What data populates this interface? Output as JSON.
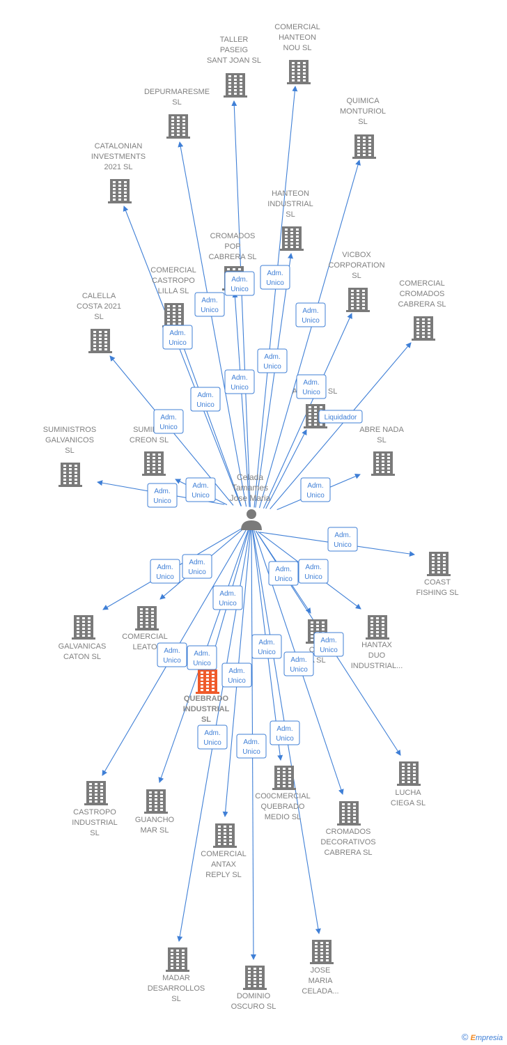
{
  "colors": {
    "edge": "#3f7fd6",
    "building": "#7a7a7a",
    "highlight": "#ef5a2a",
    "text": "#808080"
  },
  "center": {
    "name": "Celada\nTamames\nJose Maria",
    "icon": "person-icon"
  },
  "nodes": [
    {
      "id": "taller",
      "name": "TALLER\nPASEIG\nSANT JOAN  SL"
    },
    {
      "id": "hanteon_nou",
      "name": "COMERCIAL\nHANTEON\nNOU  SL"
    },
    {
      "id": "depur",
      "name": "DEPURMARESME\nSL"
    },
    {
      "id": "quimica",
      "name": "QUIMICA\nMONTURIOL\nSL"
    },
    {
      "id": "catalonian",
      "name": "CATALONIAN\nINVESTMENTS\n2021  SL"
    },
    {
      "id": "hanteon_ind",
      "name": "HANTEON\nINDUSTRIAL\nSL"
    },
    {
      "id": "cromados_pop",
      "name": "CROMADOS\nPOP\nCABRERA  SL"
    },
    {
      "id": "vicbox",
      "name": "VICBOX\nCORPORATION\nSL"
    },
    {
      "id": "com_castropo",
      "name": "COMERCIAL\nCASTROPO\nLILLA  SL"
    },
    {
      "id": "com_cromados",
      "name": "COMERCIAL\nCROMADOS\nCABRERA  SL"
    },
    {
      "id": "calella",
      "name": "CALELLA\nCOSTA 2021\nSL"
    },
    {
      "id": "antigua",
      "name": "ANTIGUA  SL"
    },
    {
      "id": "sum_galv",
      "name": "SUMINISTROS\nGALVANICOS\nSL"
    },
    {
      "id": "sum_creon",
      "name": "SUMINIS\nCREON  SL"
    },
    {
      "id": "abre_nada",
      "name": "ABRE NADA\nSL"
    },
    {
      "id": "coast",
      "name": "COAST\nFISHING  SL"
    },
    {
      "id": "galvanicas",
      "name": "GALVANICAS\nCATON  SL"
    },
    {
      "id": "com_leato",
      "name": "COMERCIAL\nLEATO  "
    },
    {
      "id": "qu_da",
      "name": "QU\nDA  SL"
    },
    {
      "id": "hantax",
      "name": "HANTAX\nDUO\nINDUSTRIAL..."
    },
    {
      "id": "quebrado",
      "name": "QUEBRADO\nINDUSTRIAL\nSL",
      "highlight": true
    },
    {
      "id": "castropo_ind",
      "name": "CASTROPO\nINDUSTRIAL\nSL"
    },
    {
      "id": "guancho",
      "name": "GUANCHO\nMAR  SL"
    },
    {
      "id": "co0cmercial",
      "name": "CO0CMERCIAL\nQUEBRADO\nMEDIO  SL"
    },
    {
      "id": "lucha",
      "name": "LUCHA\nCIEGA  SL"
    },
    {
      "id": "cromados_dec",
      "name": "CROMADOS\nDECORATIVOS\nCABRERA  SL"
    },
    {
      "id": "antax",
      "name": "COMERCIAL\nANTAX\nREPLY  SL"
    },
    {
      "id": "madar",
      "name": "MADAR\nDESARROLLOS\nSL"
    },
    {
      "id": "dominio",
      "name": "DOMINIO\nOSCURO  SL"
    },
    {
      "id": "jose",
      "name": "JOSE\nMARIA\nCELADA..."
    }
  ],
  "edge_labels": [
    "Adm.\nUnico",
    "Adm.\nUnico",
    "Adm.\nUnico",
    "Adm.\nUnico",
    "Adm.\nUnico",
    "Adm.\nUnico",
    "Adm.\nUnico",
    "Adm.\nUnico",
    "Adm.\nUnico",
    "Liquidador",
    "Adm.\nUnico",
    "Adm.\nUnico",
    "Adm.\nUnico",
    "Adm.\nUnico",
    "Adm.\nUnico",
    "Adm.\nUnico",
    "Adm.\nUnico",
    "Adm.\nUnico",
    "Adm.\nUnico",
    "Adm.\nUnico",
    "Adm.\nUnico",
    "Adm.\nUnico",
    "Adm.\nUnico",
    "Adm.\nUnico",
    "Adm.\nUnico",
    "Adm.\nUnico",
    "Adm.\nUnico",
    "Adm.\nUnico",
    "Adm.\nUnico",
    "Adm.\nUnico"
  ],
  "footer": {
    "copyright": "©",
    "brand_e": "E",
    "brand_rest": "mpresia"
  }
}
